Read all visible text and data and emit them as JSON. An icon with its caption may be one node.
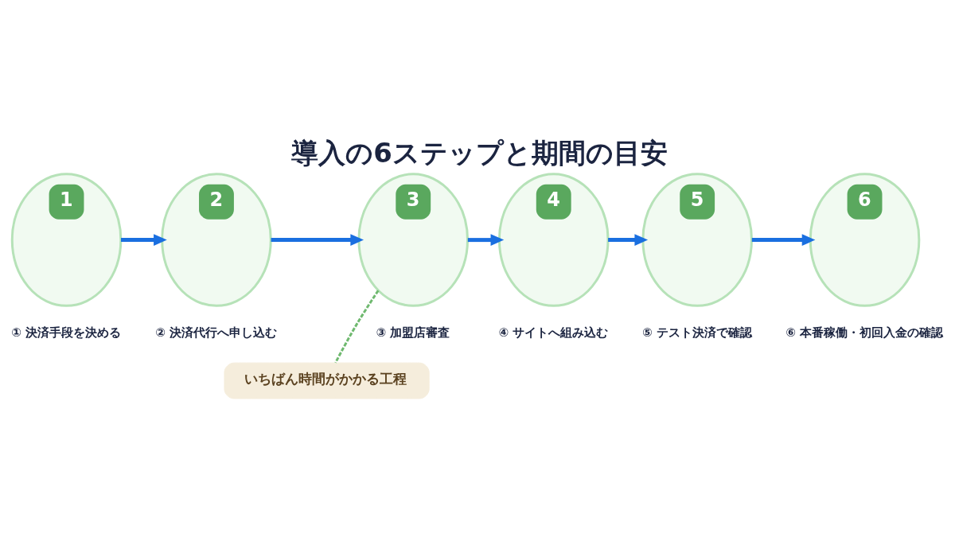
{
  "diagram": {
    "title": "導入の6ステップと期間の目安",
    "nodes": [
      {
        "text": [
          "1"
        ],
        "beside": [
          "① 決済手段を決める"
        ]
      },
      {
        "text": [
          "2"
        ],
        "beside": [
          "② 決済代行へ申し込む"
        ]
      },
      {
        "text": [
          "3"
        ],
        "beside": [
          "③ 加盟店審査"
        ]
      },
      {
        "text": [
          "4"
        ],
        "beside": [
          "④ サイトへ組み込む"
        ]
      },
      {
        "text": [
          "5"
        ],
        "beside": [
          "⑤ テスト決済で確認"
        ]
      },
      {
        "text": [
          "6"
        ],
        "beside": [
          "⑥ 本番稼働・初回入金の確認"
        ]
      },
      {
        "text": [
          "いちばん時間がかかる工程"
        ]
      }
    ],
    "edges": [
      {
        "from": 0,
        "to": 1,
        "arrow": "to"
      },
      {
        "from": 1,
        "to": 2,
        "arrow": "to"
      },
      {
        "from": 2,
        "to": 3,
        "arrow": "to"
      },
      {
        "from": 3,
        "to": 4,
        "arrow": "to"
      },
      {
        "from": 4,
        "to": 5,
        "arrow": "to"
      },
      {
        "from": 2,
        "to": 6,
        "arrow": "none",
        "style": "dashed",
        "color": "#6fb96f"
      }
    ]
  }
}
